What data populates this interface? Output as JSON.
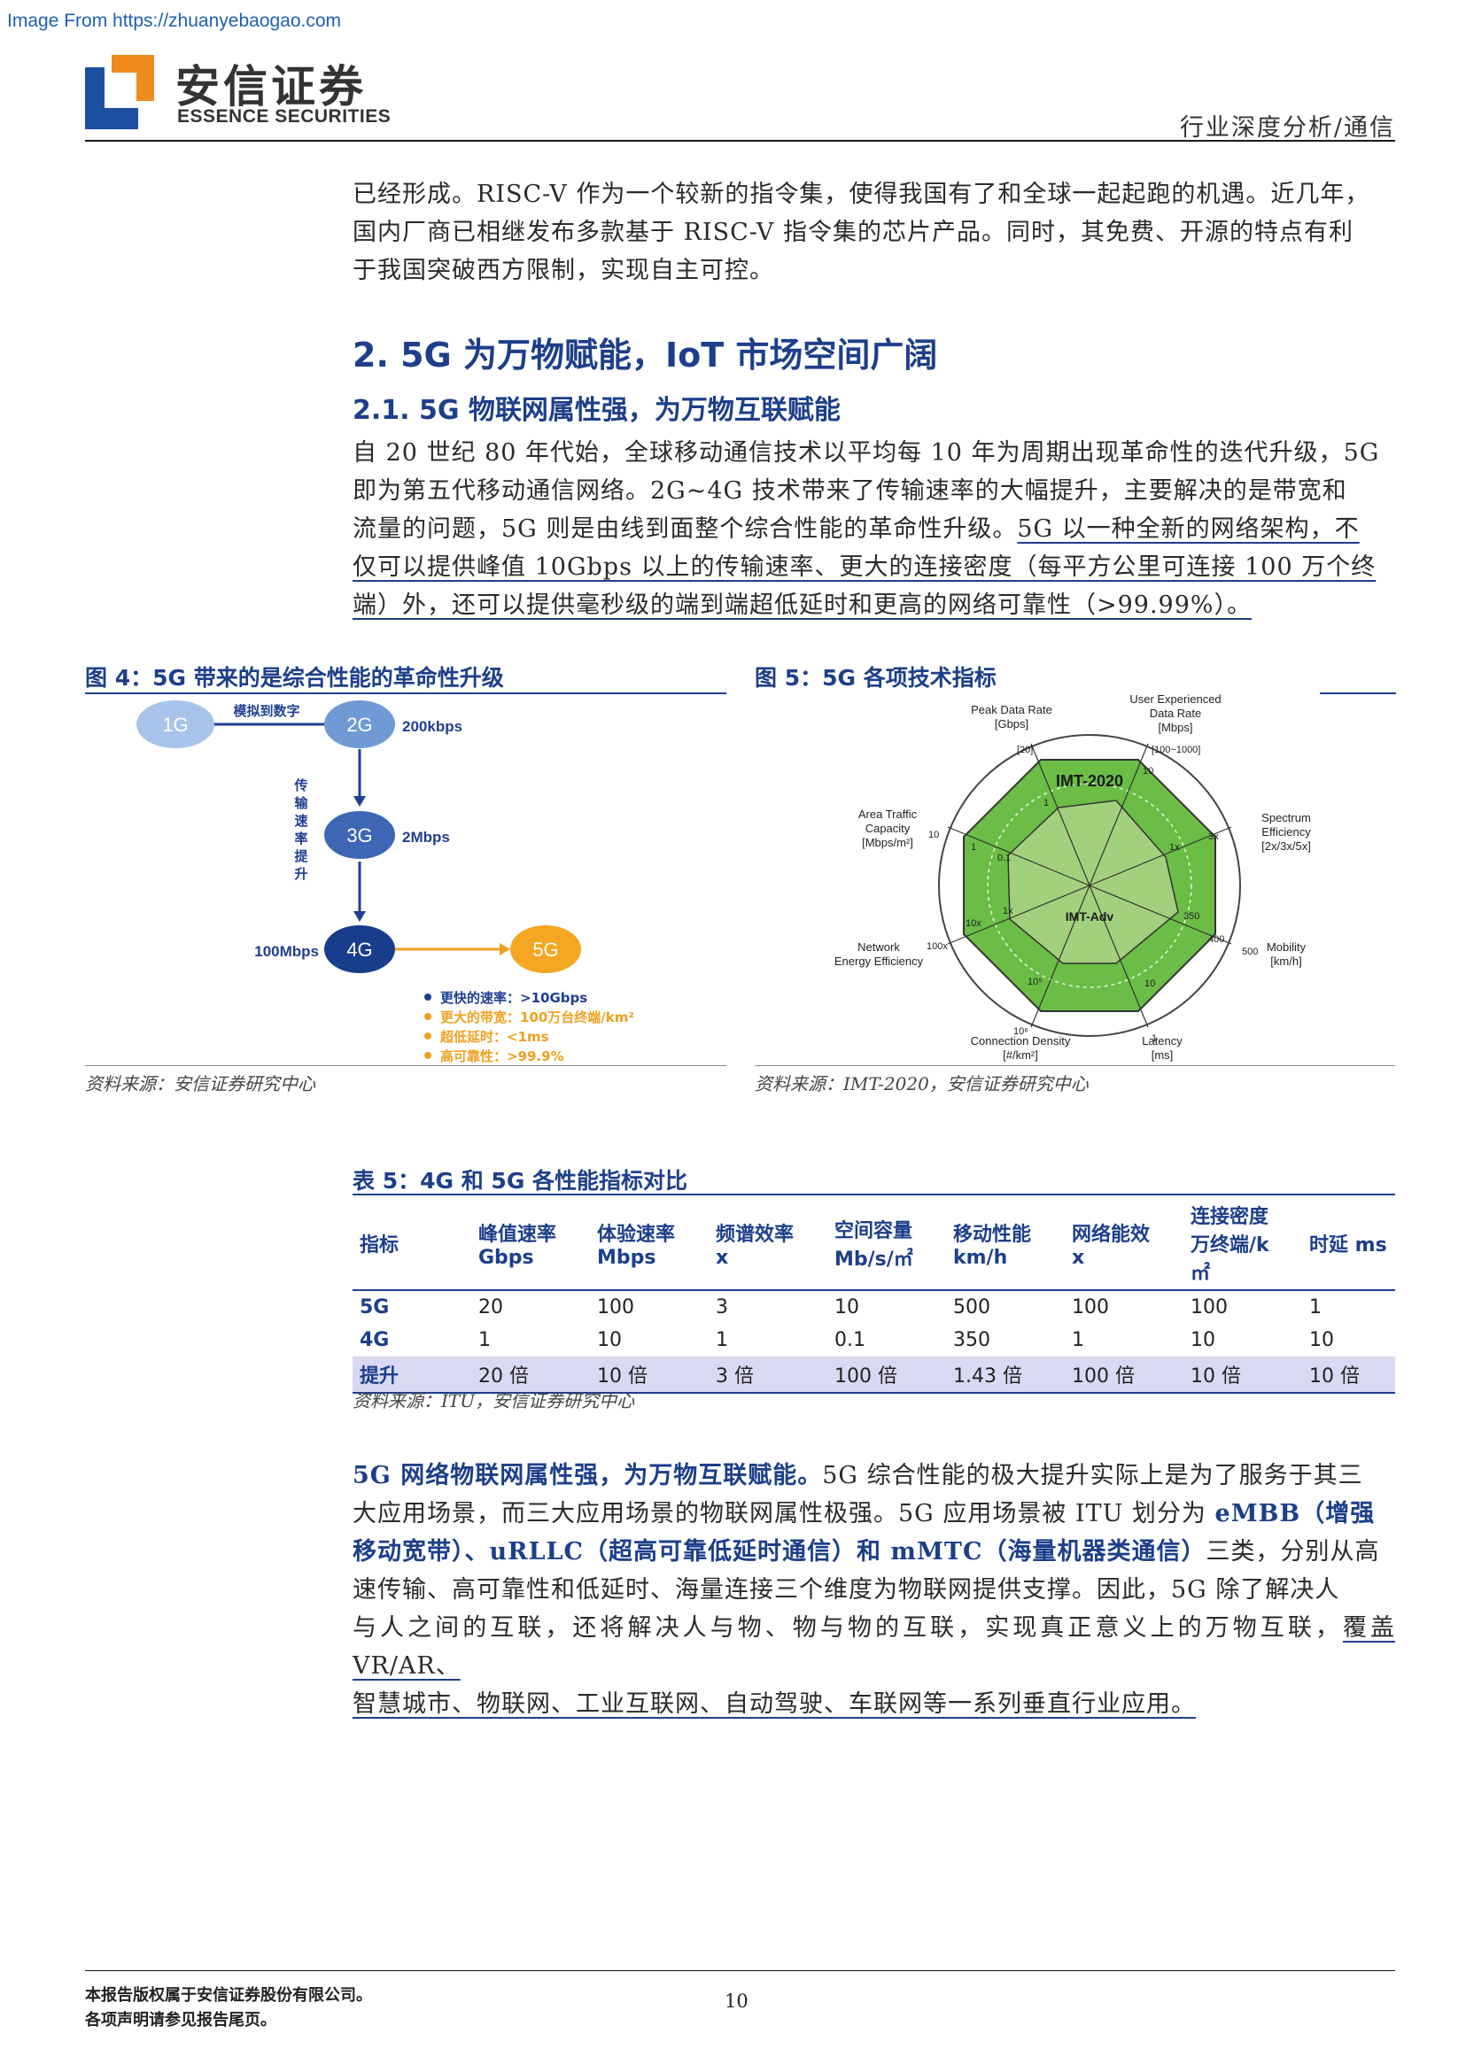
{
  "watermark": "Image From https://zhuanyebaogao.com",
  "header": {
    "company_cn": "安信证券",
    "company_en": "ESSENCE SECURITIES",
    "doc_type": "行业深度分析/通信",
    "brand_color": "#1d3f8a"
  },
  "intro_para": {
    "line1": "已经形成。RISC-V 作为一个较新的指令集，使得我国有了和全球一起起跑的机遇。近几年，",
    "line2": "国内厂商已相继发布多款基于 RISC-V 指令集的芯片产品。同时，其免费、开源的特点有利",
    "line3": "于我国突破西方限制，实现自主可控。"
  },
  "section": {
    "h2": "2. 5G 为万物赋能，IoT 市场空间广阔",
    "h3": "2.1. 5G 物联网属性强，为万物互联赋能"
  },
  "para1": {
    "line1": "自 20 世纪 80 年代始，全球移动通信技术以平均每 10 年为周期出现革命性的迭代升级，5G",
    "line2": "即为第五代移动通信网络。2G~4G  技术带来了传输速率的大幅提升，主要解决的是带宽和",
    "line3a": "流量的问题，5G 则是由线到面整个综合性能的革命性升级。",
    "line3b": "5G 以一种全新的网络架构，不",
    "line4": "仅可以提供峰值 10Gbps 以上的传输速率、更大的连接密度（每平方公里可连接 100 万个终",
    "line5": "端）外，还可以提供毫秒级的端到端超低延时和更高的网络可靠性（>99.99%）。"
  },
  "fig4": {
    "title": "图 4：5G 带来的是综合性能的革命性升级",
    "gen_1g": "1G",
    "gen_2g": "2G",
    "gen_3g": "3G",
    "gen_4g": "4G",
    "gen_5g": "5G",
    "arrow_label": "模拟到数字",
    "vertical_label": [
      "传",
      "输",
      "速",
      "率",
      "提",
      "升"
    ],
    "rate_2g": "200kbps",
    "rate_3g": "2Mbps",
    "rate_4g": "100Mbps",
    "bullets": [
      {
        "text": "更快的速率：>10Gbps",
        "color": "#1f3f90"
      },
      {
        "text": "更大的带宽：100万台终端/km²",
        "color": "#f0a020"
      },
      {
        "text": "超低延时：<1ms",
        "color": "#f0a020"
      },
      {
        "text": "高可靠性：>99.9%",
        "color": "#f0a020"
      }
    ],
    "source": "资料来源：安信证券研究中心"
  },
  "fig5": {
    "title": "图 5：5G 各项技术指标",
    "center_top": "IMT-2020",
    "center_bottom": "IMT-Adv",
    "axes": [
      {
        "l1": "Peak Data Rate",
        "l2": "[Gbps]",
        "l3": ""
      },
      {
        "l1": "User Experienced",
        "l2": "Data Rate",
        "l3": "[Mbps]"
      },
      {
        "l1": "Spectrum",
        "l2": "Efficiency",
        "l3": "[2x/3x/5x]"
      },
      {
        "l1": "Mobility",
        "l2": "[km/h]",
        "l3": ""
      },
      {
        "l1": "Latency",
        "l2": "[ms]",
        "l3": ""
      },
      {
        "l1": "Connection Density",
        "l2": "[#/km²]",
        "l3": ""
      },
      {
        "l1": "Network",
        "l2": "Energy Efficiency",
        "l3": ""
      },
      {
        "l1": "Area Traffic",
        "l2": "Capacity",
        "l3": "[Mbps/m²]"
      }
    ],
    "ticks": {
      "peak_imt2020": "[20]",
      "peak_adv": "1",
      "user_range": "[100~1000]",
      "user_imt2020": "10",
      "spec_imt2020": "3x",
      "spec_adv": "1x",
      "mob_500": "500",
      "mob_400": "400",
      "mob_350": "350",
      "lat_1": "1",
      "lat_10": "10",
      "conn_106": "10⁶",
      "conn_105": "10⁵",
      "ee_100x": "100x",
      "ee_10x": "10x",
      "ee_1x": "1x",
      "area_10": "10",
      "area_1": "1",
      "area_01": "0.1"
    },
    "source": "资料来源：IMT-2020，安信证券研究中心"
  },
  "table5": {
    "title": "表 5：4G 和 5G 各性能指标对比",
    "headers": [
      {
        "l1": "指标",
        "l2": "",
        "l3": ""
      },
      {
        "l1": "峰值速率",
        "l2": "Gbps",
        "l3": ""
      },
      {
        "l1": "体验速率",
        "l2": "Mbps",
        "l3": ""
      },
      {
        "l1": "频谱效率",
        "l2": "x",
        "l3": ""
      },
      {
        "l1": "空间容量",
        "l2": "Mb/s/㎡",
        "l3": ""
      },
      {
        "l1": "移动性能",
        "l2": "km/h",
        "l3": ""
      },
      {
        "l1": "网络能效",
        "l2": "x",
        "l3": ""
      },
      {
        "l1": "连接密度",
        "l2": "万终端/k",
        "l3": "㎡"
      },
      {
        "l1": "时延 ms",
        "l2": "",
        "l3": ""
      }
    ],
    "rows": [
      [
        "5G",
        "20",
        "100",
        "3",
        "10",
        "500",
        "100",
        "100",
        "1"
      ],
      [
        "4G",
        "1",
        "10",
        "1",
        "0.1",
        "350",
        "1",
        "10",
        "10"
      ],
      [
        "提升",
        "20 倍",
        "10 倍",
        "3 倍",
        "100 倍",
        "1.43 倍",
        "100 倍",
        "10 倍",
        "10 倍"
      ]
    ],
    "source": "资料来源：ITU，安信证券研究中心"
  },
  "para2": {
    "lead": "5G 网络物联网属性强，为万物互联赋能。",
    "t1": "5G 综合性能的极大提升实际上是为了服务于其三",
    "t2": "大应用场景，而三大应用场景的物联网属性极强。5G 应用场景被 ITU 划分为 ",
    "b1": "eMBB（增强",
    "b2": "移动宽带）、uRLLC（超高可靠低延时通信）和 mMTC（海量机器类通信）",
    "t3": "三类，分别从高",
    "t4": "速传输、高可靠性和低延时、海量连接三个维度为物联网提供支撑。因此，5G  除了解决人",
    "t5a": "与人之间的互联，还将解决人与物、物与物的互联，实现真正意义上的万物互联，",
    "t5b": "覆盖 VR/AR、",
    "t6": "智慧城市、物联网、工业互联网、自动驾驶、车联网等一系列垂直行业应用。"
  },
  "footer": {
    "line1": "本报告版权属于安信证券股份有限公司。",
    "line2": "各项声明请参见报告尾页。",
    "page": "10"
  }
}
